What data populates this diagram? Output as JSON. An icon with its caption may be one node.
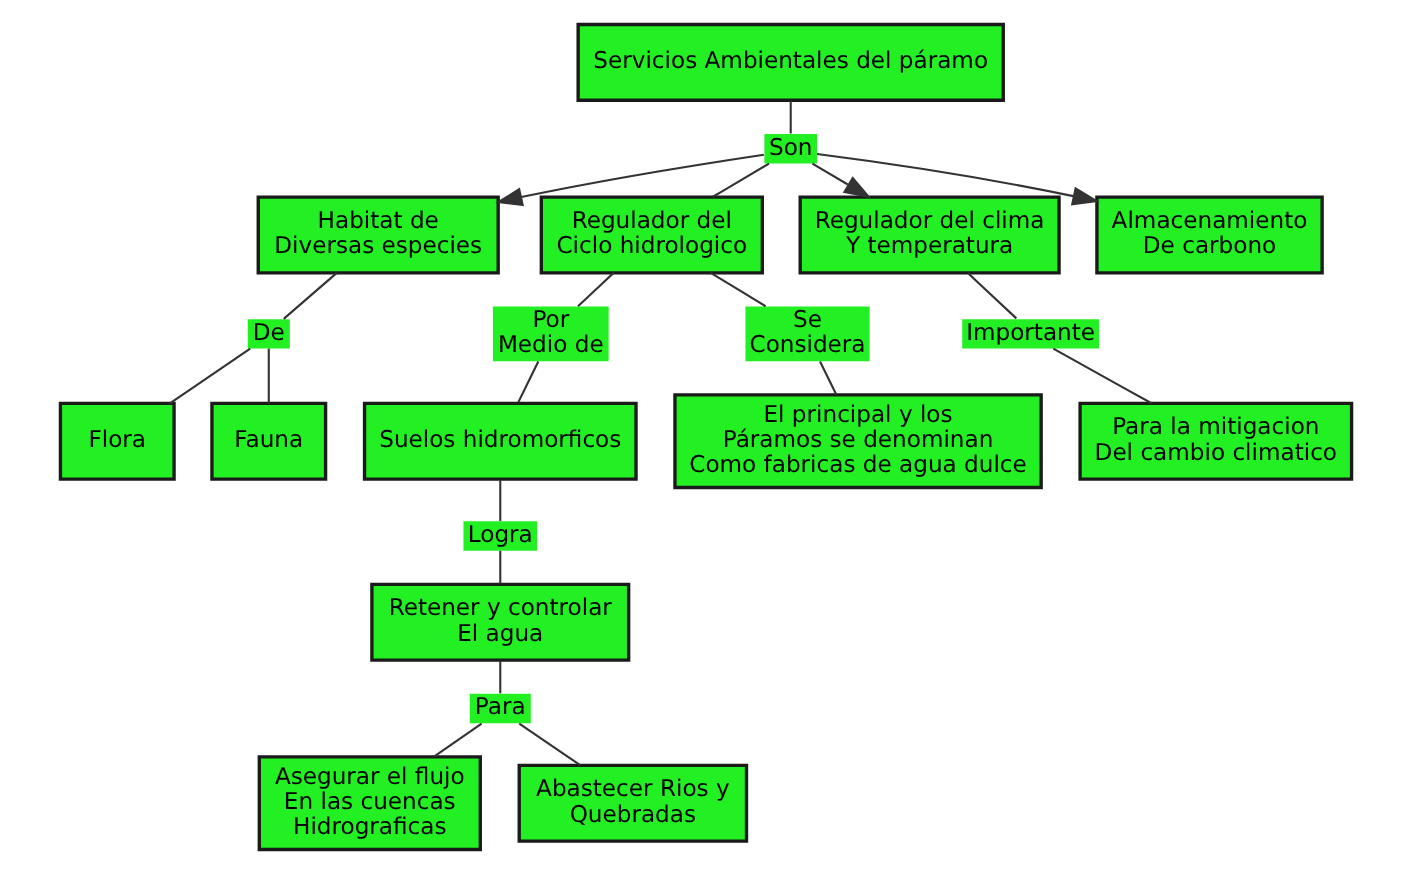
{
  "diagram": {
    "nodes": [
      {
        "text": [
          "Servicios Ambientales del páramo"
        ]
      },
      {
        "text": [
          "Son"
        ]
      },
      {
        "text": [
          "Habitat de Diversas especies"
        ]
      },
      {
        "text": [
          "Regulador del Ciclo hidrologico"
        ]
      },
      {
        "text": [
          "Regulador del clima Y temperatura"
        ]
      },
      {
        "text": [
          "Almacenamiento De carbono"
        ]
      },
      {
        "text": [
          "De"
        ]
      },
      {
        "text": [
          "Por Medio de"
        ]
      },
      {
        "text": [
          "Se Considera"
        ]
      },
      {
        "text": [
          "Importante"
        ]
      },
      {
        "text": [
          "Flora"
        ]
      },
      {
        "text": [
          "Fauna"
        ]
      },
      {
        "text": [
          "Suelos hidromorficos"
        ]
      },
      {
        "text": [
          "El principal y los Páramos se denominan Como fabricas de agua dulce"
        ]
      },
      {
        "text": [
          "Para la mitigacion Del cambio climatico"
        ]
      },
      {
        "text": [
          "Logra"
        ]
      },
      {
        "text": [
          "Retener y controlar El agua"
        ]
      },
      {
        "text": [
          "Para"
        ]
      },
      {
        "text": [
          "Asegurar el flujo En las cuencas Hidrograficas"
        ]
      },
      {
        "text": [
          "Abastecer Rios y Quebradas"
        ]
      }
    ],
    "edges": [
      {
        "from": 0,
        "to": 1,
        "arrow": "none"
      },
      {
        "from": 1,
        "to": 2,
        "arrow": "to"
      },
      {
        "from": 1,
        "to": 3,
        "arrow": "none"
      },
      {
        "from": 1,
        "to": 4,
        "arrow": "to"
      },
      {
        "from": 1,
        "to": 5,
        "arrow": "to"
      },
      {
        "from": 2,
        "to": 6,
        "arrow": "none"
      },
      {
        "from": 6,
        "to": 10,
        "arrow": "none"
      },
      {
        "from": 6,
        "to": 11,
        "arrow": "none"
      },
      {
        "from": 3,
        "to": 7,
        "arrow": "none"
      },
      {
        "from": 3,
        "to": 8,
        "arrow": "none"
      },
      {
        "from": 4,
        "to": 9,
        "arrow": "none"
      },
      {
        "from": 7,
        "to": 12,
        "arrow": "none"
      },
      {
        "from": 8,
        "to": 13,
        "arrow": "none"
      },
      {
        "from": 9,
        "to": 14,
        "arrow": "none"
      },
      {
        "from": 12,
        "to": 15,
        "arrow": "none"
      },
      {
        "from": 15,
        "to": 16,
        "arrow": "none"
      },
      {
        "from": 16,
        "to": 17,
        "arrow": "none"
      },
      {
        "from": 17,
        "to": 18,
        "arrow": "none"
      },
      {
        "from": 17,
        "to": 19,
        "arrow": "none"
      }
    ]
  }
}
